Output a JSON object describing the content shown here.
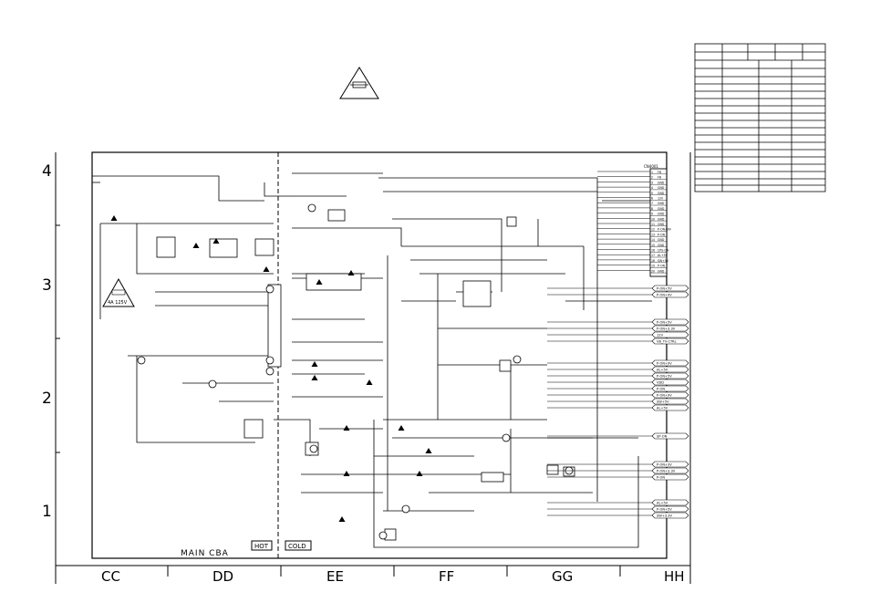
{
  "zones": {
    "rows": [
      "4",
      "3",
      "2",
      "1"
    ],
    "cols": [
      "CC",
      "DD",
      "EE",
      "FF",
      "GG",
      "HH"
    ]
  },
  "board": {
    "title": "MAIN CBA",
    "hot_label": "HOT",
    "cold_label": "COLD"
  },
  "caution_label": "4A 125V",
  "connector": {
    "ref": "CN4001",
    "pins": [
      {
        "num": "1",
        "label": "FB"
      },
      {
        "num": "2",
        "label": "FB"
      },
      {
        "num": "3",
        "label": "GND"
      },
      {
        "num": "4",
        "label": "GND"
      },
      {
        "num": "5",
        "label": "GND"
      },
      {
        "num": "6",
        "label": "12V"
      },
      {
        "num": "7",
        "label": "GND"
      },
      {
        "num": "8",
        "label": "GND"
      },
      {
        "num": "9",
        "label": "GND"
      },
      {
        "num": "10",
        "label": "GND"
      },
      {
        "num": "11",
        "label": "GND"
      },
      {
        "num": "12",
        "label": "P-ON+9V"
      },
      {
        "num": "13",
        "label": "P-ON"
      },
      {
        "num": "14",
        "label": "GND"
      },
      {
        "num": "15",
        "label": "GND"
      },
      {
        "num": "16",
        "label": "CPS-ON"
      },
      {
        "num": "17",
        "label": "AL+5V"
      },
      {
        "num": "18",
        "label": "SW+5V"
      },
      {
        "num": "19",
        "label": "P-ON"
      },
      {
        "num": "20",
        "label": "GND"
      }
    ]
  },
  "right_signals": [
    {
      "text": "P-ON+5V"
    },
    {
      "text": "P-ON+9V"
    },
    {
      "text": "P-ON+5V"
    },
    {
      "text": "P-ON+3.3V"
    },
    {
      "text": "12V"
    },
    {
      "text": "VB_TV-CTRL"
    },
    {
      "text": "P-ON+9V"
    },
    {
      "text": "AL+5V"
    },
    {
      "text": "P-ON+5V"
    },
    {
      "text": "VDD"
    },
    {
      "text": "P-ON"
    },
    {
      "text": "P-ON+9V"
    },
    {
      "text": "SW+5V"
    },
    {
      "text": "AL+5V"
    },
    {
      "text": "SP-ON"
    },
    {
      "text": "P-ON+3V"
    },
    {
      "text": "P-ON+3.3V"
    },
    {
      "text": "P-ON"
    },
    {
      "text": "AL+5V"
    },
    {
      "text": "P-ON+5V"
    },
    {
      "text": "SW+3.3V"
    }
  ]
}
